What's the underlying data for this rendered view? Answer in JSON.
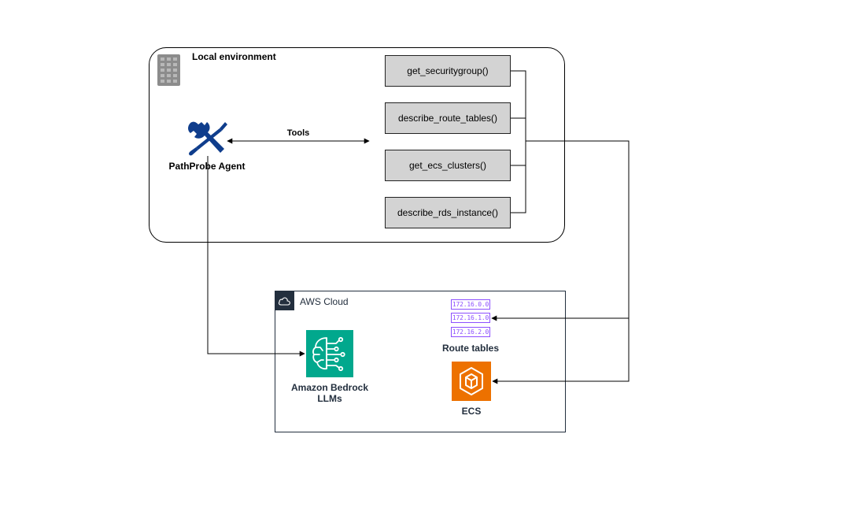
{
  "local_environment": {
    "title": "Local environment",
    "icon": "server-icon"
  },
  "agent": {
    "label": "PathProbe Agent",
    "icon": "tools-icon",
    "color": "#0f3d8c"
  },
  "tools_label": "Tools",
  "tools": [
    {
      "label": "get_securitygroup()"
    },
    {
      "label": "describe_route_tables()"
    },
    {
      "label": "get_ecs_clusters()"
    },
    {
      "label": "describe_rds_instance()"
    }
  ],
  "aws_cloud": {
    "title": "AWS Cloud",
    "icon": "cloud-icon",
    "border_color": "#232f3e"
  },
  "route_tables": {
    "label": "Route tables",
    "entries": [
      "172.16.0.0",
      "172.16.1.0",
      "172.16.2.0"
    ],
    "color": "#8c4fff"
  },
  "ecs": {
    "label": "ECS",
    "icon": "ecs-icon",
    "color": "#ed7100"
  },
  "bedrock": {
    "label_line1": "Amazon Bedrock",
    "label_line2": "LLMs",
    "icon": "bedrock-icon",
    "color": "#01a88d"
  }
}
